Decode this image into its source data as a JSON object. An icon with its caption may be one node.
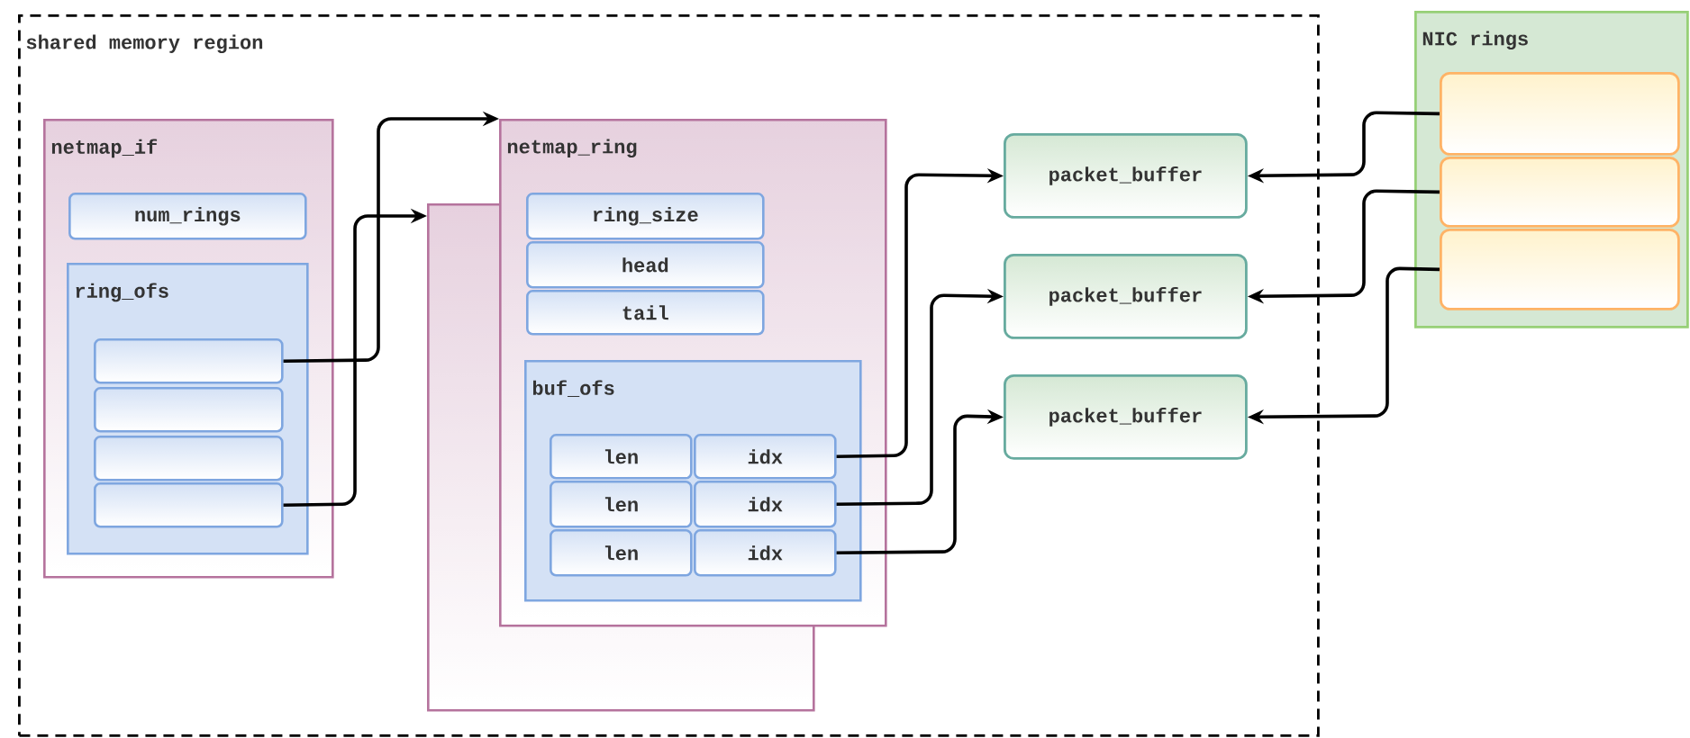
{
  "diagram": {
    "nodes": [
      {
        "text": [
          "shared memory region"
        ]
      },
      {
        "text": [
          "netmap_if"
        ],
        "in": 0
      },
      {
        "text": [
          "num_rings"
        ],
        "in": 1
      },
      {
        "text": [
          "ring_ofs"
        ],
        "in": 1
      },
      {
        "text": [],
        "shape": "box",
        "in": 3
      },
      {
        "text": [],
        "shape": "box",
        "in": 3
      },
      {
        "text": [],
        "shape": "box",
        "in": 3
      },
      {
        "text": [],
        "shape": "box",
        "in": 3
      },
      {
        "text": [],
        "shape": "box",
        "in": 0
      },
      {
        "text": [
          "netmap_ring"
        ],
        "in": 0
      },
      {
        "text": [
          "ring_size"
        ],
        "in": 9
      },
      {
        "text": [
          "head"
        ]
      },
      {
        "text": [
          "tail"
        ]
      },
      {
        "text": [
          "buf_ofs"
        ],
        "in": 9
      },
      {
        "text": [
          "len"
        ],
        "in": 13
      },
      {
        "text": [
          "idx"
        ],
        "in": 13
      },
      {
        "text": [
          "len"
        ],
        "in": 13
      },
      {
        "text": [
          "idx"
        ],
        "in": 13
      },
      {
        "text": [
          "len"
        ],
        "in": 13
      },
      {
        "text": [
          "idx"
        ],
        "in": 13
      },
      {
        "text": [
          "packet_buffer"
        ],
        "in": 0
      },
      {
        "text": [
          "packet_buffer"
        ],
        "in": 0
      },
      {
        "text": [
          "packet_buffer"
        ],
        "in": 0
      },
      {
        "text": [
          "NIC rings"
        ]
      },
      {
        "text": [],
        "shape": "box",
        "in": 23
      },
      {
        "text": [],
        "shape": "box",
        "in": 23
      },
      {
        "text": [],
        "shape": "box",
        "in": 23
      }
    ],
    "edges": [
      {
        "from": 4,
        "to": 9,
        "arrow": "to"
      },
      {
        "from": 7,
        "to": 8,
        "arrow": "to"
      },
      {
        "from": 15,
        "to": 20,
        "arrow": "to"
      },
      {
        "from": 17,
        "to": 21,
        "arrow": "to"
      },
      {
        "from": 19,
        "to": 22,
        "arrow": "to"
      },
      {
        "from": 24,
        "to": 20,
        "arrow": "to"
      },
      {
        "from": 25,
        "to": 21,
        "arrow": "to"
      },
      {
        "from": 26,
        "to": 22,
        "arrow": "to"
      }
    ]
  }
}
